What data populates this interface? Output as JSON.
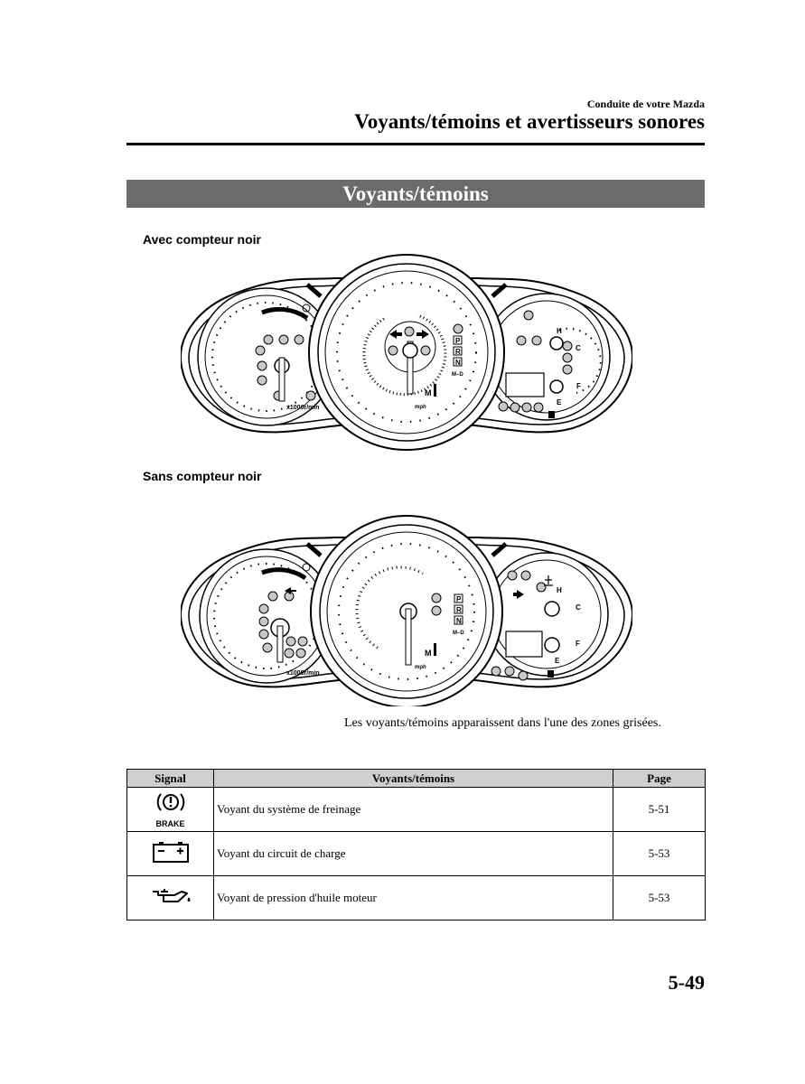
{
  "header": {
    "chapter": "Conduite de votre Mazda",
    "section_title": "Voyants/témoins et avertisseurs sonores"
  },
  "band_title": "Voyants/témoins",
  "cluster_black": {
    "caption": "Avec compteur noir",
    "tach_unit": "x1000r/min",
    "speed_unit": "mph",
    "gear_letters": [
      "P",
      "R",
      "N"
    ],
    "gear_mode": "M–D",
    "gear_manual": "M",
    "temp_hot": "H",
    "temp_cold": "C",
    "fuel_full": "F",
    "fuel_empty": "E"
  },
  "cluster_plain": {
    "caption": "Sans compteur noir",
    "tach_unit": "x1000r/min",
    "speed_unit": "mph",
    "gear_letters": [
      "P",
      "R",
      "N"
    ],
    "gear_mode": "M–D",
    "gear_manual": "M",
    "temp_hot": "H",
    "temp_cold": "C",
    "fuel_full": "F",
    "fuel_empty": "E"
  },
  "note": "Les voyants/témoins apparaissent dans l'une des zones grisées.",
  "table": {
    "headers": {
      "signal": "Signal",
      "name": "Voyants/témoins",
      "page": "Page"
    },
    "rows": [
      {
        "icon": "brake-warning-icon",
        "icon_label": "BRAKE",
        "name": "Voyant du système de freinage",
        "page": "5-51"
      },
      {
        "icon": "battery-icon",
        "name": "Voyant du circuit de charge",
        "page": "5-53"
      },
      {
        "icon": "oil-pressure-icon",
        "name": "Voyant de pression d'huile moteur",
        "page": "5-53"
      }
    ]
  },
  "page_number": "5-49"
}
